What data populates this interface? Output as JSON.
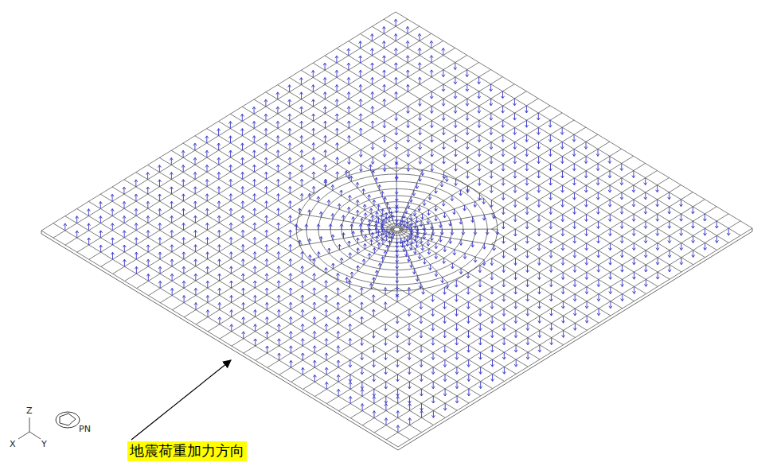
{
  "diagram": {
    "nodes": [
      {
        "text": [
          "地震荷重加力方向"
        ]
      }
    ],
    "labels": [
      "Z",
      "X",
      "Y",
      "PN"
    ]
  }
}
